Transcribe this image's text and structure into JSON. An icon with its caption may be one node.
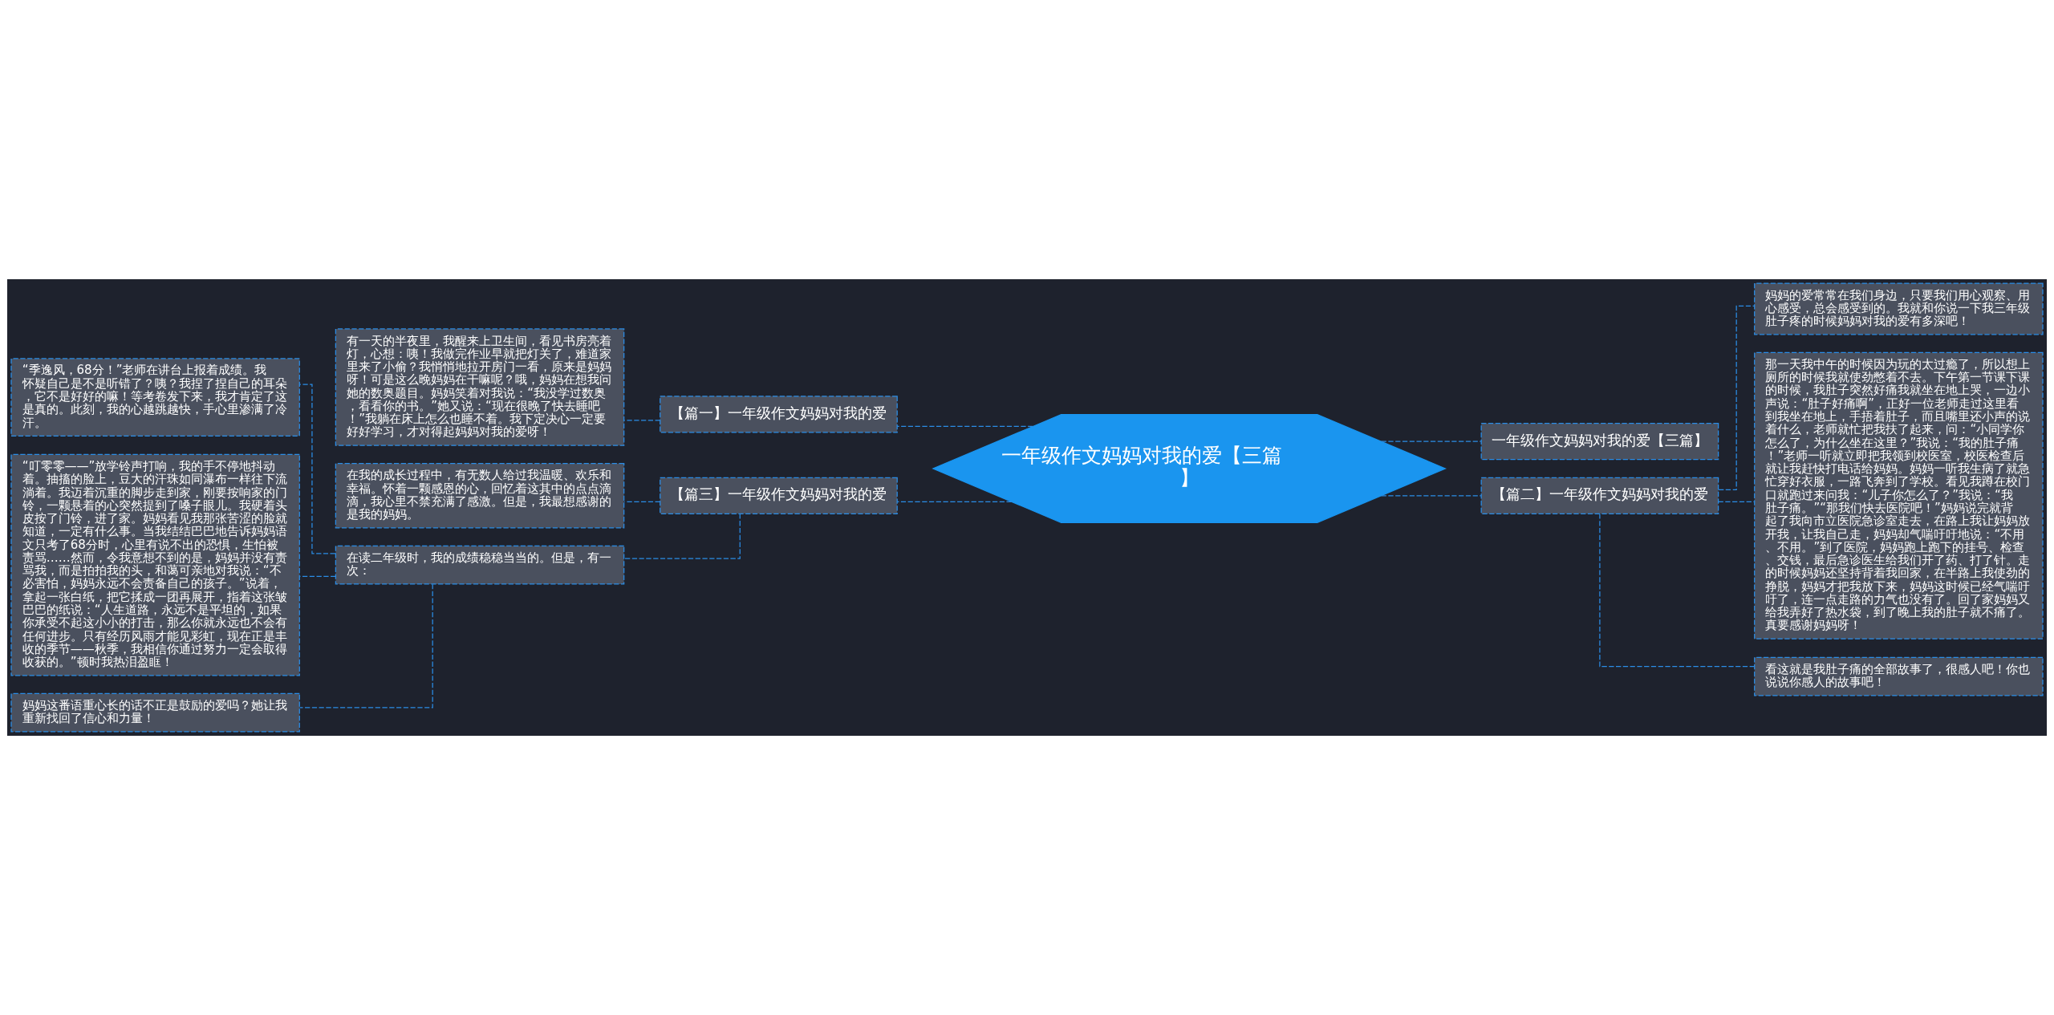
{
  "diagram": {
    "nodes": [
      {
        "text": [
          "一年级作文妈妈对我的爱【三篇】"
        ]
      },
      {
        "text": [
          "【篇一】一年级作文妈妈对我的爱"
        ]
      },
      {
        "text": [
          "有一天的半夜里，我醒来上卫生间，看见书房亮着灯，心想：咦！我做完作业早就把灯关了，难道家里来了小偷？我悄悄地拉开房门一看，原来是妈妈呀！可是这么晚妈妈在干嘛呢？哦，妈妈在想我问她的数奥题目。妈妈笑着对我说：“我没学过数奥，看看你的书。”她又说：“现在很晚了快去睡吧！”我躺在床上怎么也睡不着。我下定决心一定要好好学习，才对得起妈妈对我的爱呀！"
        ]
      },
      {
        "text": [
          "【篇三】一年级作文妈妈对我的爱"
        ]
      },
      {
        "text": [
          "在我的成长过程中，有无数人给过我温暖、欢乐和幸福。怀着一颗感恩的心，回忆着这其中的点点滴滴，我心里不禁充满了感激。但是，我最想感谢的是我的妈妈。"
        ]
      },
      {
        "text": [
          "在读二年级时，我的成绩稳稳当当的。但是，有一次："
        ]
      },
      {
        "text": [
          "“季逸风，68分！”老师在讲台上报着成绩。我怀疑自己是不是听错了？咦？我捏了捏自己的耳朵，它不是好好的嘛！等考卷发下来，我才肯定了这是真的。此刻，我的心越跳越快，手心里渗满了冷汗。"
        ]
      },
      {
        "text": [
          "“叮零零——”放学铃声打响，我的手不停地抖动着。抽搐的脸上，豆大的汗珠如同瀑布一样往下流淌着。我迈着沉重的脚步走到家，刚要按响家的门铃，一颗悬着的心突然提到了嗓子眼儿。我硬着头皮按了门铃，进了家。妈妈看见我那张苦涩的脸就知道，一定有什么事。当我结结巴巴地告诉妈妈语文只考了68分时，心里有说不出的恐惧，生怕被责骂……然而，令我意想不到的是，妈妈并没有责骂我，而是拍拍我的头，和蔼可亲地对我说：“不必害怕，妈妈永远不会责备自己的孩子。”说着，拿起一张白纸，把它揉成一团再展开，指着这张皱巴巴的纸说：“人生道路，永远不是平坦的，如果你承受不起这小小的打击，那么你就永远也不会有任何进步。只有经历风雨才能见彩虹，现在正是丰收的季节——秋季，我相信你通过努力一定会取得收获的。”顿时我热泪盈眶！"
        ]
      },
      {
        "text": [
          "妈妈这番语重心长的话不正是鼓励的爱吗？她让我重新找回了信心和力量！"
        ]
      },
      {
        "text": [
          "一年级作文妈妈对我的爱【三篇】"
        ]
      },
      {
        "text": [
          "【篇二】一年级作文妈妈对我的爱"
        ]
      },
      {
        "text": [
          "妈妈的爱常常在我们身边，只要我们用心观察、用心感受，总会感受到的。我就和你说一下我三年级肚子疼的时候妈妈对我的爱有多深吧！"
        ]
      },
      {
        "text": [
          "那一天我中午的时候因为玩的太过瘾了，所以想上厕所的时候我就使劲憋着不去。下午第一节课下课的时候，我肚子突然好痛我就坐在地上哭，一边小声说：“肚子好痛啊”，正好一位老师走过这里看到我坐在地上，手捂着肚子，而且嘴里还小声的说着什么，老师就忙把我扶了起来，问：“小同学你怎么了，为什么坐在这里？”我说：“我的肚子痛！”老师一听就立即把我领到校医室，校医检查后就让我赶快打电话给妈妈。妈妈一听我生病了就急忙穿好衣服，一路飞奔到了学校。看见我蹲在校门口就跑过来问我：“儿子你怎么了？”我说：“我肚子痛。”“那我们快去医院吧！”妈妈说完就背起了我向市立医院急诊室走去，在路上我让妈妈放开我，让我自己走，妈妈却气喘吁吁地说：“不用、不用。”到了医院，妈妈跑上跑下的挂号、检查、交钱，最后急诊医生给我们开了药、打了针。走的时候妈妈还坚持背着我回家，在半路上我使劲的挣脱，妈妈才把我放下来，妈妈这时候已经气喘吁吁了，连一点走路的力气也没有了。回了家妈妈又给我弄好了热水袋，到了晚上我的肚子就不痛了。真要感谢妈妈呀！"
        ]
      },
      {
        "text": [
          "看这就是我肚子痛的全部故事了，很感人吧！你也说说你感人的故事吧！"
        ]
      }
    ],
    "edges": [
      {
        "from": 0,
        "to": 1,
        "arrow": "none",
        "style": "dashed"
      },
      {
        "from": 1,
        "to": 2,
        "arrow": "none",
        "style": "dashed"
      },
      {
        "from": 0,
        "to": 3,
        "arrow": "none",
        "style": "dashed"
      },
      {
        "from": 3,
        "to": 4,
        "arrow": "none",
        "style": "dashed"
      },
      {
        "from": 3,
        "to": 5,
        "arrow": "none",
        "style": "dashed"
      },
      {
        "from": 5,
        "to": 6,
        "arrow": "none",
        "style": "dashed"
      },
      {
        "from": 5,
        "to": 7,
        "arrow": "none",
        "style": "dashed"
      },
      {
        "from": 5,
        "to": 8,
        "arrow": "none",
        "style": "dashed"
      },
      {
        "from": 0,
        "to": 9,
        "arrow": "none",
        "style": "dashed"
      },
      {
        "from": 0,
        "to": 10,
        "arrow": "none",
        "style": "dashed"
      },
      {
        "from": 10,
        "to": 11,
        "arrow": "none",
        "style": "dashed"
      },
      {
        "from": 10,
        "to": 12,
        "arrow": "none",
        "style": "dashed"
      },
      {
        "from": 10,
        "to": 13,
        "arrow": "none",
        "style": "dashed"
      }
    ]
  }
}
